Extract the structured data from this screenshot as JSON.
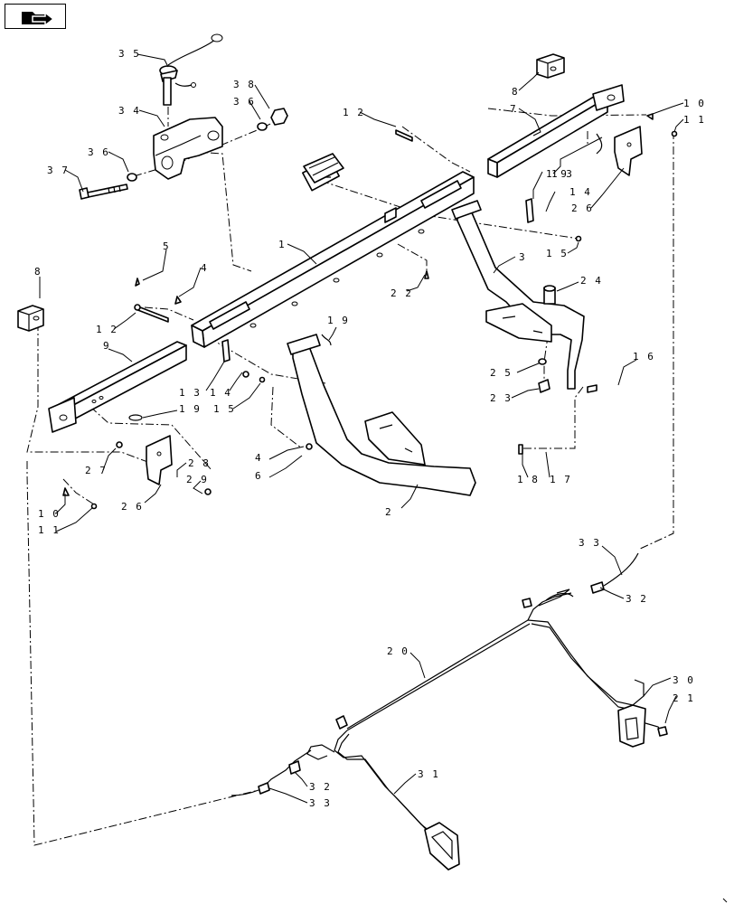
{
  "diagram": {
    "icon": "folder-arrow-icon",
    "callouts": [
      {
        "id": "c35",
        "text": "3 5"
      },
      {
        "id": "c38",
        "text": "3 8"
      },
      {
        "id": "c36a",
        "text": "3 6"
      },
      {
        "id": "c34",
        "text": "3 4"
      },
      {
        "id": "c36b",
        "text": "3 6"
      },
      {
        "id": "c37",
        "text": "3 7"
      },
      {
        "id": "c12a",
        "text": "1 2"
      },
      {
        "id": "c8a",
        "text": "8"
      },
      {
        "id": "c7",
        "text": "7"
      },
      {
        "id": "c10a",
        "text": "1 0"
      },
      {
        "id": "c11a",
        "text": "1 1"
      },
      {
        "id": "c19a",
        "text": "1 9"
      },
      {
        "id": "c13a",
        "text": "1 3"
      },
      {
        "id": "c14a",
        "text": "1 4"
      },
      {
        "id": "c26a",
        "text": "2 6"
      },
      {
        "id": "c15a",
        "text": "1 5"
      },
      {
        "id": "c1",
        "text": "1"
      },
      {
        "id": "c3",
        "text": "3"
      },
      {
        "id": "c5",
        "text": "5"
      },
      {
        "id": "c4a",
        "text": "4"
      },
      {
        "id": "c22",
        "text": "2 2"
      },
      {
        "id": "c8b",
        "text": "8"
      },
      {
        "id": "c24",
        "text": "2 4"
      },
      {
        "id": "c12b",
        "text": "1 2"
      },
      {
        "id": "c9",
        "text": "9"
      },
      {
        "id": "c19b",
        "text": "1 9"
      },
      {
        "id": "c25",
        "text": "2 5"
      },
      {
        "id": "c16",
        "text": "1 6"
      },
      {
        "id": "c13b",
        "text": "1 3"
      },
      {
        "id": "c14b",
        "text": "1 4"
      },
      {
        "id": "c15b",
        "text": "1 5"
      },
      {
        "id": "c23",
        "text": "2 3"
      },
      {
        "id": "c19c",
        "text": "1 9"
      },
      {
        "id": "c4b",
        "text": "4"
      },
      {
        "id": "c6",
        "text": "6"
      },
      {
        "id": "c27",
        "text": "2 7"
      },
      {
        "id": "c28",
        "text": "2 8"
      },
      {
        "id": "c29",
        "text": "2 9"
      },
      {
        "id": "c26b",
        "text": "2 6"
      },
      {
        "id": "c18",
        "text": "1 8"
      },
      {
        "id": "c17",
        "text": "1 7"
      },
      {
        "id": "c10b",
        "text": "1 0"
      },
      {
        "id": "c11b",
        "text": "1 1"
      },
      {
        "id": "c2",
        "text": "2"
      },
      {
        "id": "c33a",
        "text": "3 3"
      },
      {
        "id": "c32a",
        "text": "3 2"
      },
      {
        "id": "c20",
        "text": "2 0"
      },
      {
        "id": "c30",
        "text": "3 0"
      },
      {
        "id": "c21",
        "text": "2 1"
      },
      {
        "id": "c31",
        "text": "3 1"
      },
      {
        "id": "c32b",
        "text": "3 2"
      },
      {
        "id": "c33b",
        "text": "3 3"
      }
    ]
  }
}
